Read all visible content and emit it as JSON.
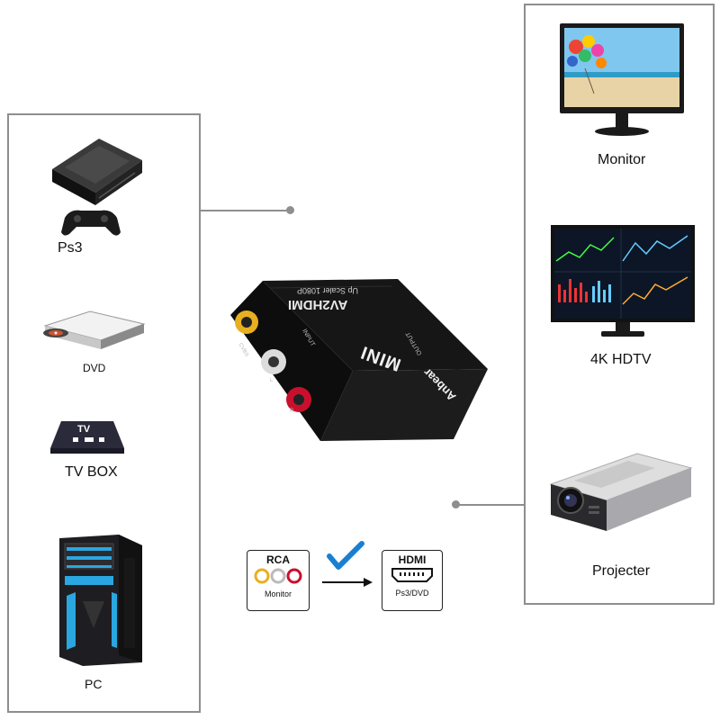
{
  "left_devices": [
    {
      "label": "Ps3"
    },
    {
      "label": "DVD"
    },
    {
      "label": "TV BOX",
      "screen_text": "TV"
    },
    {
      "label": "PC"
    }
  ],
  "right_devices": [
    {
      "label": "Monitor"
    },
    {
      "label": "4K HDTV"
    },
    {
      "label": "Projecter"
    }
  ],
  "converter": {
    "top_text": "AV2HDMI",
    "sub_text": "Up Scaler 1080P",
    "model": "MINI",
    "brand": "Anbear",
    "input_label": "INPUT",
    "output_label": "OUTPUT",
    "port_labels": [
      "CVBS",
      "L",
      "R"
    ]
  },
  "conversion": {
    "from_title": "RCA",
    "from_sub": "Monitor",
    "to_title": "HDMI",
    "to_sub": "Ps3/DVD"
  },
  "colors": {
    "border": "#8e8e8e",
    "check": "#1a7fd0",
    "rca_yellow": "#e8b020",
    "rca_red": "#c8102e",
    "pc_glow": "#2aa6e0"
  }
}
